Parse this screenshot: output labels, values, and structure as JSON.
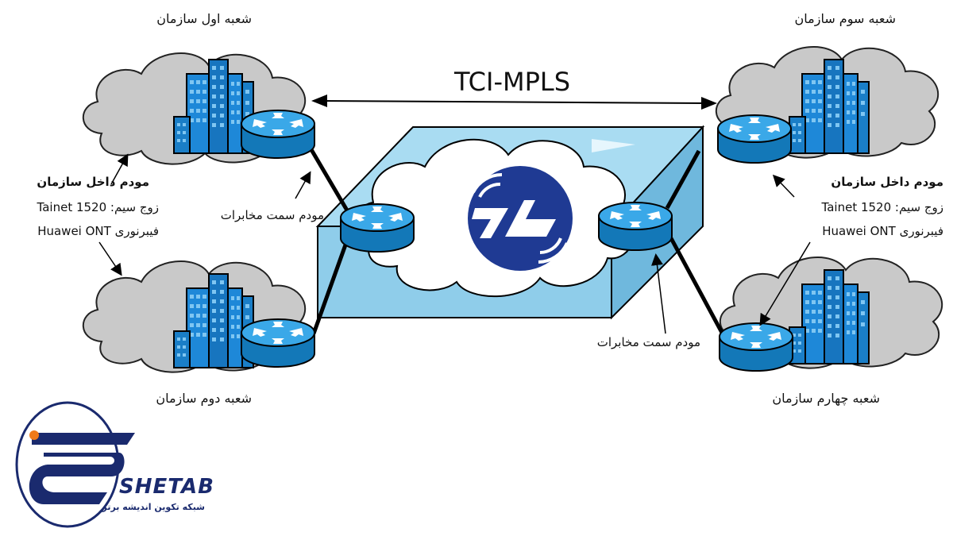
{
  "title": "TCI-MPLS",
  "branches": {
    "b1": "شعبه اول سازمان",
    "b2": "شعبه دوم سازمان",
    "b3": "شعبه سوم سازمان",
    "b4": "شعبه چهارم سازمان"
  },
  "left_notes": {
    "inside_modem": "مودم داخل سازمان",
    "pair_wire": "زوج سیم: Tainet 1520",
    "fiber": "فیبرنوری Huawei ONT",
    "telecom_modem": "مودم سمت مخابرات"
  },
  "right_notes": {
    "inside_modem": "مودم داخل سازمان",
    "pair_wire": "زوج سیم: Tainet 1520",
    "fiber": "فیبرنوری Huawei ONT",
    "telecom_modem": "مودم سمت مخابرات"
  },
  "logo": {
    "name": "SHETAB",
    "subtitle": "شبکه تکوین اندیشه برتر"
  },
  "colors": {
    "router_blue": "#1f8fd6",
    "building_blue": "#1e88d8",
    "cloud_gray": "#c9c9c9",
    "mpls_box": "#8fcdea",
    "tci_blue": "#1f3a93",
    "logo_navy": "#1a2a6e",
    "logo_orange": "#f07a1a"
  }
}
